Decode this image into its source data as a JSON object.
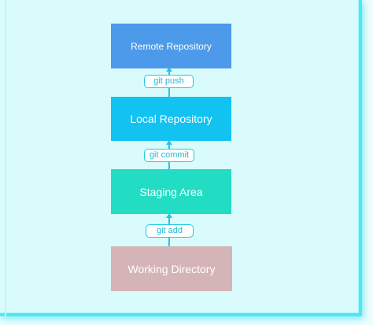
{
  "diagram": {
    "nodes": {
      "remote": "Remote Repository",
      "local": "Local Repository",
      "staging": "Staging Area",
      "working": "Working Directory"
    },
    "edges": {
      "push": "git push",
      "commit": "git commit",
      "add": "git add"
    },
    "colors": {
      "remote": "#4c9ae9",
      "local": "#12c2f1",
      "staging": "#22dcc4",
      "working": "#d5b4b8",
      "connector": "#21c7e6",
      "frame_glow": "#4fe7f3"
    }
  }
}
